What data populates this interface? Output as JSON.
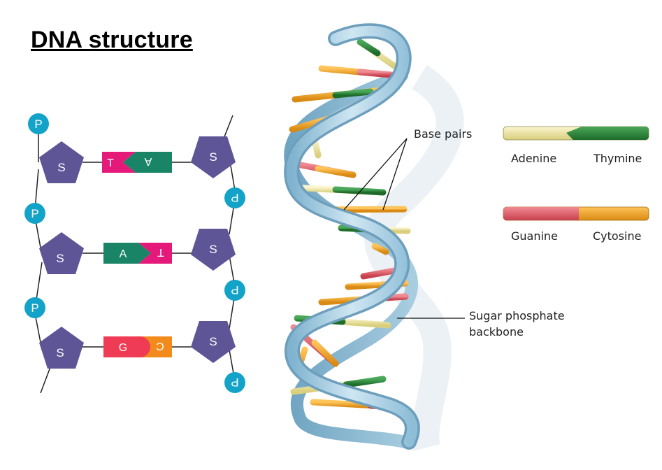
{
  "title": "DNA structure",
  "ladder": {
    "phosphate": "P",
    "sugar": "S",
    "rows": [
      {
        "left": "T",
        "right": "A"
      },
      {
        "left": "A",
        "right": "T"
      },
      {
        "left": "G",
        "right": "C"
      }
    ]
  },
  "labels": {
    "base_pairs": "Base pairs",
    "backbone_line1": "Sugar phosphate",
    "backbone_line2": "backbone"
  },
  "legend": {
    "pair1": {
      "left": "Adenine",
      "right": "Thymine"
    },
    "pair2": {
      "left": "Guanine",
      "right": "Cytosine"
    }
  },
  "colors": {
    "adenine": "#f1e9a8",
    "thymine": "#2f8a3c",
    "guanine": "#e05a67",
    "cytosine": "#f0a126",
    "sugar": "#5e5597",
    "phosphate": "#14a3c8",
    "ladder_thymine": "#e4197a",
    "ladder_adenine": "#198566",
    "ladder_guanine": "#f03b55",
    "ladder_cytosine": "#f28a1c",
    "backbone": "#a9cfe3"
  }
}
